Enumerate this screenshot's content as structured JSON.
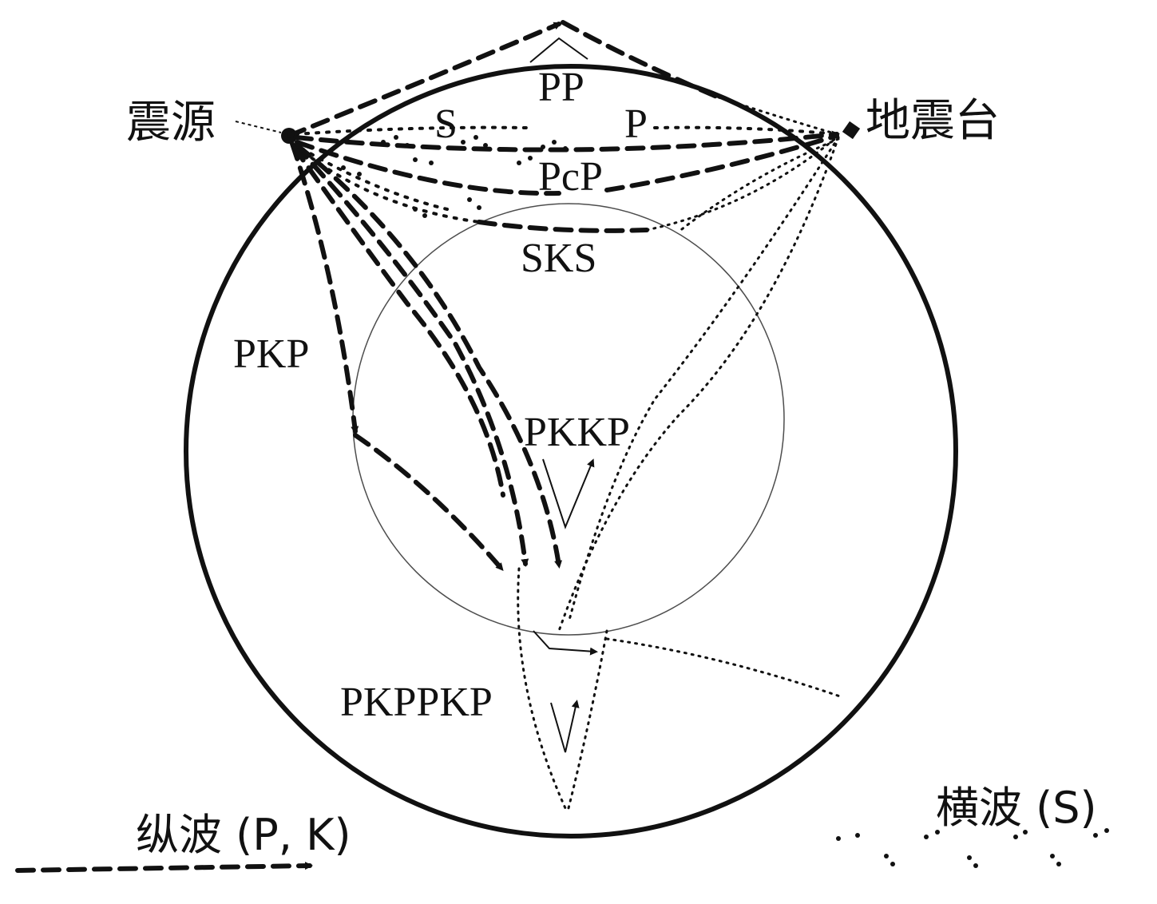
{
  "labels": {
    "source": "震源",
    "station": "地震台",
    "pp": "PP",
    "s": "S",
    "p": "P",
    "pcp": "PcP",
    "sks": "SKS",
    "pkp": "PKP",
    "pkkp": "PKKP",
    "pkppkp": "PKPPKP"
  },
  "legend": {
    "p_wave": "纵波 (P, K)",
    "s_wave": "横波 (S)"
  },
  "colors": {
    "ink": "#111111",
    "background": "#ffffff"
  }
}
